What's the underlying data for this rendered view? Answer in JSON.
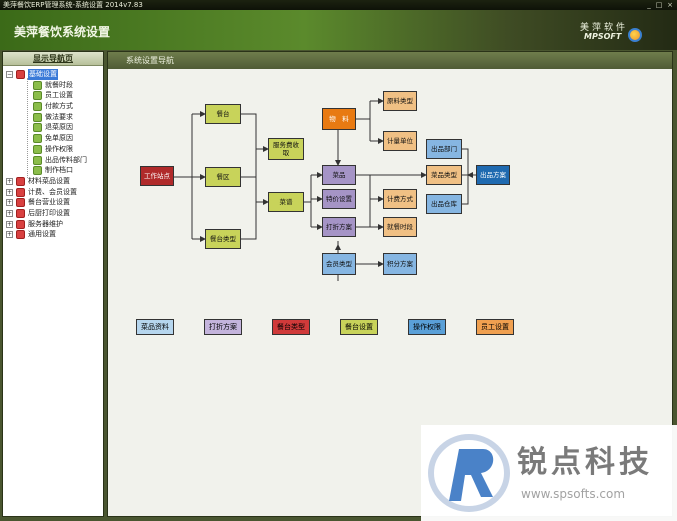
{
  "window": {
    "title": "美萍餐饮ERP管理系统-系统设置 2014v7.83",
    "min_glyph": "_",
    "max_glyph": "□",
    "close_glyph": "×"
  },
  "header": {
    "title": "美萍餐饮系统设置",
    "logo_cn": "美萍软件",
    "logo_en": "MPSOFT"
  },
  "sidebar": {
    "title": "显示导航页",
    "nodes": [
      {
        "label": "基础设置",
        "level": 0,
        "exp": "−",
        "icon": "red",
        "selected": true
      },
      {
        "label": "就餐时段",
        "level": 1
      },
      {
        "label": "员工设置",
        "level": 1
      },
      {
        "label": "付款方式",
        "level": 1
      },
      {
        "label": "做法要求",
        "level": 1
      },
      {
        "label": "退菜原因",
        "level": 1
      },
      {
        "label": "免单原因",
        "level": 1
      },
      {
        "label": "操作权限",
        "level": 1
      },
      {
        "label": "出品传料部门",
        "level": 1
      },
      {
        "label": "制作档口",
        "level": 1
      },
      {
        "label": "材料菜品设置",
        "level": 0,
        "exp": "+",
        "icon": "red"
      },
      {
        "label": "计费、会员设置",
        "level": 0,
        "exp": "+",
        "icon": "red"
      },
      {
        "label": "餐台营业设置",
        "level": 0,
        "exp": "+",
        "icon": "red"
      },
      {
        "label": "后厨打印设置",
        "level": 0,
        "exp": "+",
        "icon": "red"
      },
      {
        "label": "服务器维护",
        "level": 0,
        "exp": "+",
        "icon": "red"
      },
      {
        "label": "通用设置",
        "level": 0,
        "exp": "+",
        "icon": "red"
      }
    ]
  },
  "main": {
    "title": "系统设置导航",
    "boxes": {
      "front": "工作站点",
      "table": "餐台",
      "area": "餐区",
      "table_type": "餐台类型",
      "service_fee": "服务费收取",
      "menu": "菜谱",
      "material": "物　料",
      "raw_type": "原料类型",
      "unit": "计量单位",
      "dish": "菜品",
      "special": "特价设置",
      "discount": "打折方案",
      "billing": "计费方式",
      "meal_time": "就餐时段",
      "dept": "出品部门",
      "dish_type": "菜品类型",
      "warehouse": "出品仓库",
      "plan": "出品方案",
      "member_type": "会员类型",
      "points": "积分方案"
    },
    "legend": [
      {
        "label": "菜品资料",
        "color": "#b6d6ee"
      },
      {
        "label": "打折方案",
        "color": "#c4b4dc"
      },
      {
        "label": "餐台类型",
        "color": "#d03a3a"
      },
      {
        "label": "餐台设置",
        "color": "#c8d35a"
      },
      {
        "label": "操作权限",
        "color": "#5aa0d8"
      },
      {
        "label": "员工设置",
        "color": "#f0a050"
      }
    ]
  },
  "watermark": {
    "cn": "锐点科技",
    "url": "www.spsofts.com"
  }
}
